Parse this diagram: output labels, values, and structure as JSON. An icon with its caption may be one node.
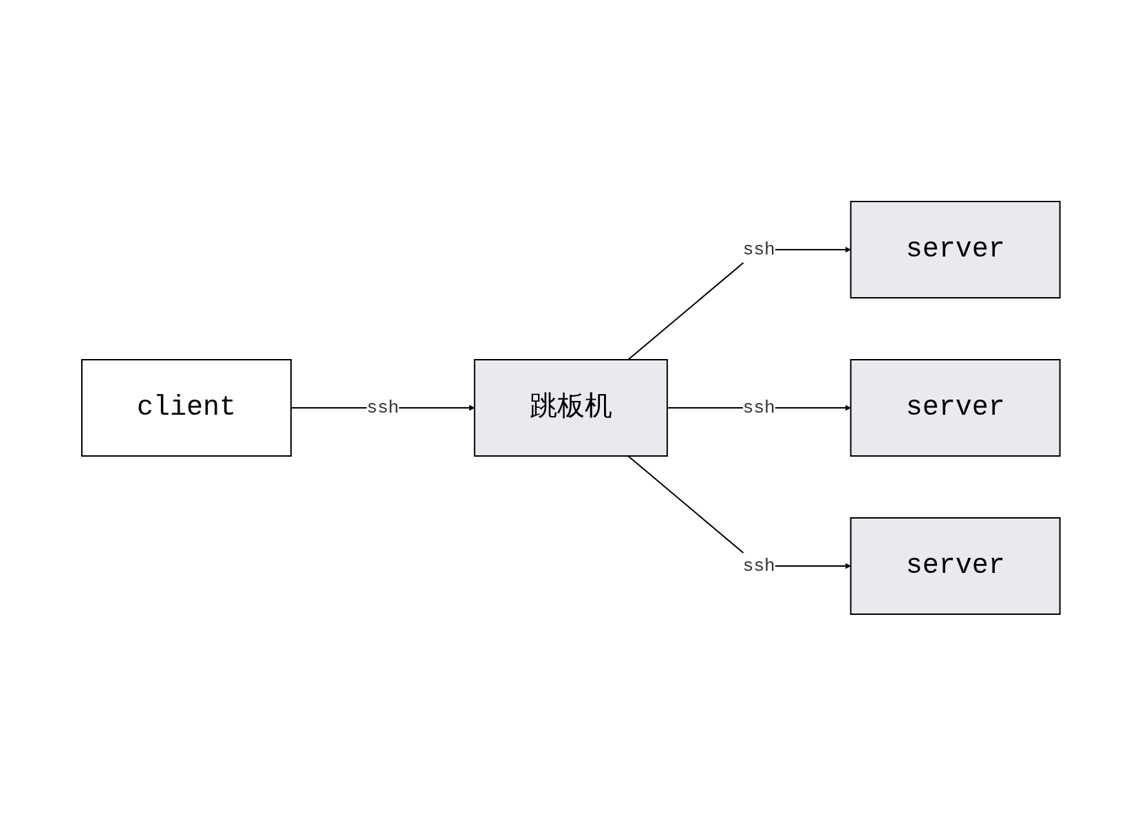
{
  "diagram": {
    "nodes": [
      {
        "text": [
          "client"
        ]
      },
      {
        "text": [
          "跳板机"
        ]
      },
      {
        "text": [
          "server"
        ]
      },
      {
        "text": [
          "server"
        ]
      },
      {
        "text": [
          "server"
        ]
      }
    ],
    "edges": [
      {
        "from": 0,
        "to": 1,
        "arrow": "to",
        "label": "ssh"
      },
      {
        "from": 1,
        "to": 2,
        "arrow": "to",
        "label": "ssh"
      },
      {
        "from": 1,
        "to": 3,
        "arrow": "to",
        "label": "ssh"
      },
      {
        "from": 1,
        "to": 4,
        "arrow": "to",
        "label": "ssh"
      }
    ]
  }
}
